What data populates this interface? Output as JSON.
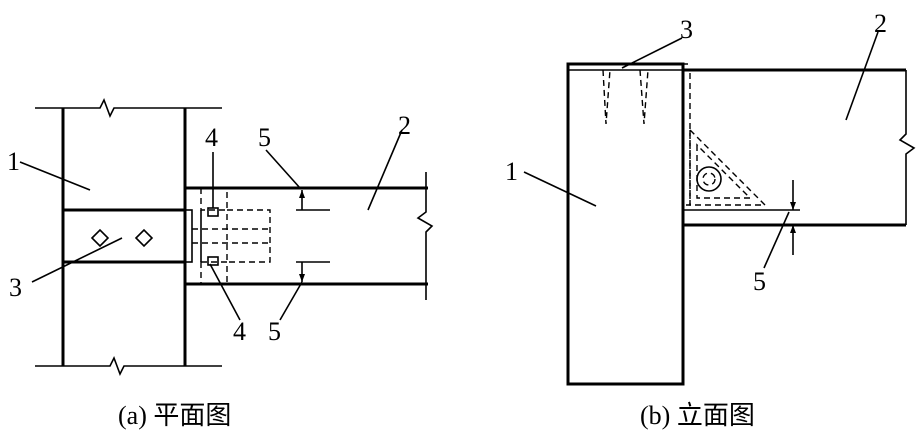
{
  "plan": {
    "caption": "(a) 平面图",
    "labels": {
      "col": "1",
      "beam": "2",
      "plate": "3",
      "bolt_top": "4",
      "bolt_bottom": "4",
      "gap_top": "5",
      "gap_bottom": "5"
    }
  },
  "elevation": {
    "caption": "(b) 立面图",
    "labels": {
      "col": "1",
      "beam": "2",
      "plate": "3",
      "gap": "5"
    }
  }
}
